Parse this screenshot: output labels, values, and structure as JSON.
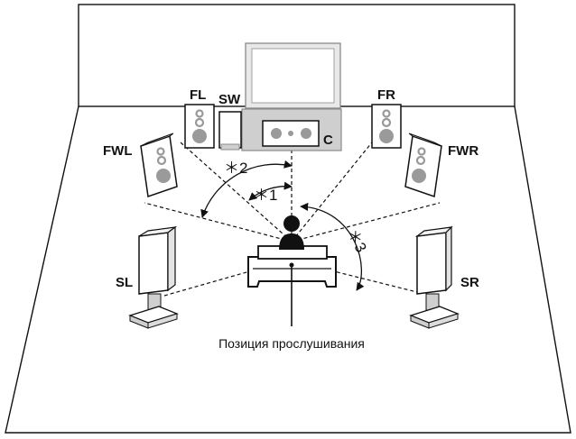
{
  "labels": {
    "fl": "FL",
    "sw": "SW",
    "fr": "FR",
    "c": "C",
    "fwl": "FWL",
    "fwr": "FWR",
    "sl": "SL",
    "sr": "SR"
  },
  "angles": {
    "a1": "＊1",
    "a2": "＊2",
    "a3": "＊3"
  },
  "caption": "Позиция прослушивания",
  "icons": [
    "speaker-icon",
    "subwoofer-icon",
    "tv-icon",
    "center-speaker-icon",
    "listener-icon",
    "sofa-icon"
  ]
}
